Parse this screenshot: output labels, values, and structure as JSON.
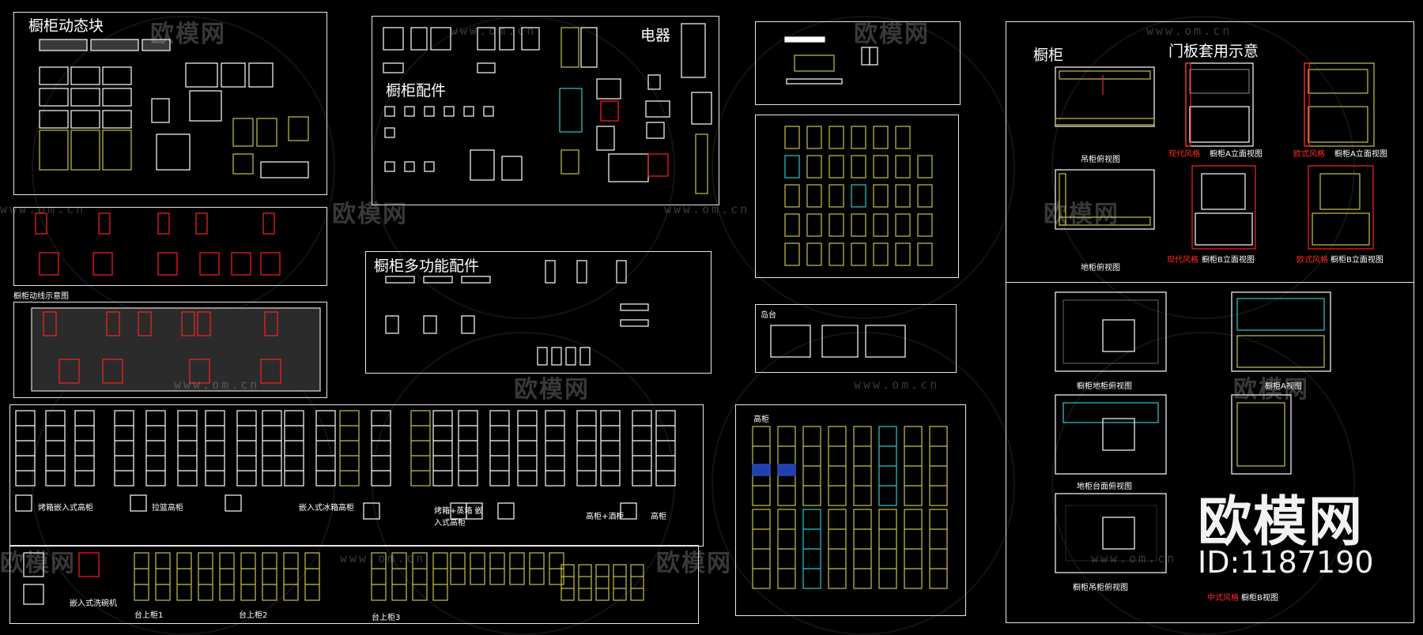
{
  "panels": {
    "dynamic_blocks_title": "橱柜动态块",
    "accessories_title": "橱柜配件",
    "appliances_title": "电器",
    "multi_accessories_title": "橱柜多功能配件",
    "cabinet_title": "橱柜",
    "door_demo_title": "门板套用示意",
    "island_title": "岛台",
    "tall_title": "高柜",
    "flow_label": "橱柜动线示意图"
  },
  "captions": {
    "wall_plan": "吊柜俯视图",
    "base_plan": "地柜俯视图",
    "modern_style_a": "现代风格",
    "elevation_a": "橱柜A立面视图",
    "euro_style_a": "欧式风格",
    "elevation_a2": "橱柜A立面视图",
    "modern_style_b": "现代风格",
    "elevation_b": "橱柜B立面视图",
    "euro_style_b": "欧式风格",
    "elevation_b2": "橱柜B立面视图",
    "base_persp": "橱柜地柜俯视图",
    "cabinet_a_view": "橱柜A视图",
    "combo_persp": "地柜台面俯视图",
    "wall_persp": "橱柜吊柜俯视图",
    "chinese_style": "中式风格",
    "cabinet_b_view": "橱柜B视图",
    "oven_tall": "烤箱嵌入式高柜",
    "pull_basket_tall": "拉篮高柜",
    "fridge_tall": "嵌入式冰箱高柜",
    "oven_steam_tall": "烤箱+蒸箱 嵌入式高柜",
    "tall_wine": "高柜+酒柜",
    "tall": "高柜",
    "dishwasher": "嵌入式洗碗机",
    "counter_1": "台上柜1",
    "counter_2": "台上柜2",
    "counter_3": "台上柜3"
  },
  "watermark": {
    "text": "欧模网",
    "url": "www.om.cn"
  },
  "brand": {
    "name": "欧模网",
    "id": "ID:1187190"
  },
  "colors": {
    "background": "#000000",
    "line": "#ffffff",
    "yellow": "#c8c24a",
    "red": "#ff2020",
    "cyan": "#2ec8c8"
  }
}
